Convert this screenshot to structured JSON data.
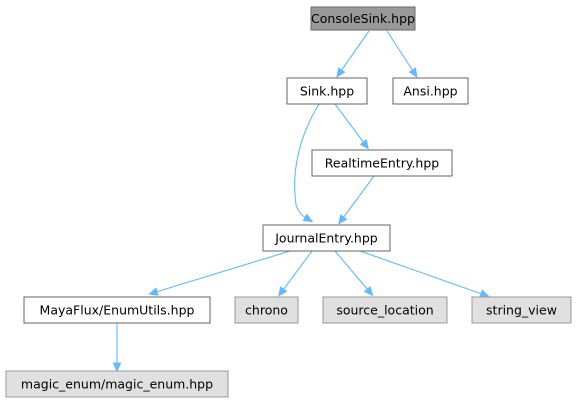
{
  "diagram": {
    "type": "include-dependency-graph",
    "colors": {
      "root_fill": "#999999",
      "root_border": "#666666",
      "file_fill": "#ffffff",
      "file_border": "#666666",
      "system_fill": "#e0e0e0",
      "system_border": "#999999",
      "edge": "#63b8ff"
    },
    "nodes": [
      {
        "id": "consolesink",
        "label": "ConsoleSink.hpp",
        "kind": "root"
      },
      {
        "id": "sink",
        "label": "Sink.hpp",
        "kind": "file"
      },
      {
        "id": "ansi",
        "label": "Ansi.hpp",
        "kind": "file"
      },
      {
        "id": "realtimeentry",
        "label": "RealtimeEntry.hpp",
        "kind": "file"
      },
      {
        "id": "journalentry",
        "label": "JournalEntry.hpp",
        "kind": "file"
      },
      {
        "id": "enumutils",
        "label": "MayaFlux/EnumUtils.hpp",
        "kind": "file"
      },
      {
        "id": "chrono",
        "label": "chrono",
        "kind": "system"
      },
      {
        "id": "source_location",
        "label": "source_location",
        "kind": "system"
      },
      {
        "id": "string_view",
        "label": "string_view",
        "kind": "system"
      },
      {
        "id": "magic_enum",
        "label": "magic_enum/magic_enum.hpp",
        "kind": "system"
      }
    ],
    "edges": [
      {
        "from": "consolesink",
        "to": "sink"
      },
      {
        "from": "consolesink",
        "to": "ansi"
      },
      {
        "from": "sink",
        "to": "realtimeentry"
      },
      {
        "from": "sink",
        "to": "journalentry"
      },
      {
        "from": "realtimeentry",
        "to": "journalentry"
      },
      {
        "from": "journalentry",
        "to": "enumutils"
      },
      {
        "from": "journalentry",
        "to": "chrono"
      },
      {
        "from": "journalentry",
        "to": "source_location"
      },
      {
        "from": "journalentry",
        "to": "string_view"
      },
      {
        "from": "enumutils",
        "to": "magic_enum"
      }
    ]
  }
}
